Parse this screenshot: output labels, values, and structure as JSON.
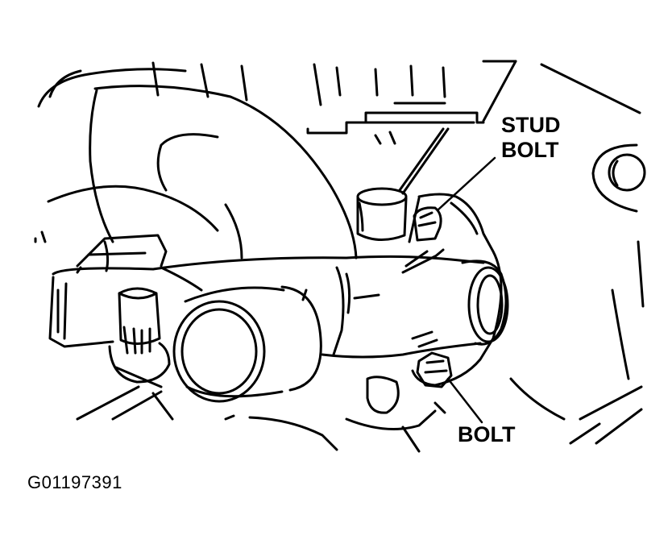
{
  "labels": {
    "stud_bolt_line1": "STUD",
    "stud_bolt_line2": "BOLT",
    "bolt": "BOLT"
  },
  "figure_id": "G01197391",
  "colors": {
    "ink": "#000000",
    "paper": "#ffffff"
  }
}
